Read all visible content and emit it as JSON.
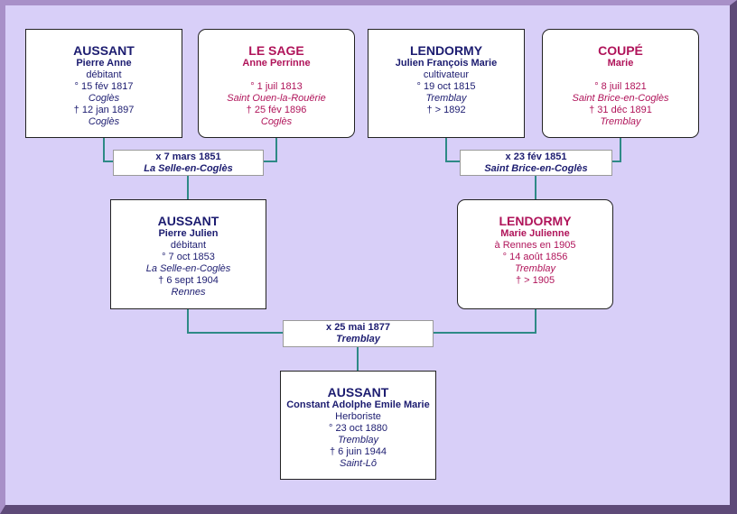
{
  "persons": {
    "p1": {
      "surname": "AUSSANT",
      "given": "Pierre Anne",
      "occupation": "débitant",
      "birth": "° 15 fév 1817",
      "birth_place": "Coglès",
      "death": "† 12 jan 1897",
      "death_place": "Coglès"
    },
    "p2": {
      "surname": "LE SAGE",
      "given": "Anne Perrinne",
      "birth": "° 1 juil 1813",
      "birth_place": "Saint Ouen-la-Rouërie",
      "death": "† 25 fév 1896",
      "death_place": "Coglès"
    },
    "p3": {
      "surname": "LENDORMY",
      "given": "Julien François Marie",
      "occupation": "cultivateur",
      "birth": "° 19 oct 1815",
      "birth_place": "Tremblay",
      "death": "† > 1892"
    },
    "p4": {
      "surname": "COUPÉ",
      "given": "Marie",
      "birth": "° 8 juil 1821",
      "birth_place": "Saint Brice-en-Coglès",
      "death": "† 31 déc 1891",
      "death_place": "Tremblay"
    },
    "p5": {
      "surname": "AUSSANT",
      "given": "Pierre Julien",
      "occupation": "débitant",
      "birth": "° 7 oct 1853",
      "birth_place": "La Selle-en-Coglès",
      "death": "† 6 sept 1904",
      "death_place": "Rennes"
    },
    "p6": {
      "surname": "LENDORMY",
      "given": "Marie Julienne",
      "note": "à Rennes en 1905",
      "birth": "° 14 août 1856",
      "birth_place": "Tremblay",
      "death": "† > 1905"
    },
    "p7": {
      "surname": "AUSSANT",
      "given": "Constant Adolphe Emile Marie",
      "occupation": "Herboriste",
      "birth": "° 23 oct 1880",
      "birth_place": "Tremblay",
      "death": "† 6 juin 1944",
      "death_place": "Saint-Lô"
    }
  },
  "marriages": {
    "m1": {
      "date": "x 7 mars 1851",
      "place": "La Selle-en-Coglès"
    },
    "m2": {
      "date": "x 23 fév 1851",
      "place": "Saint Brice-en-Coglès"
    },
    "m3": {
      "date": "x 25 mai 1877",
      "place": "Tremblay"
    }
  },
  "colors": {
    "male": "#1c1c70",
    "female": "#b0145a",
    "connector": "#2e8a86",
    "background": "#d8cff8"
  }
}
